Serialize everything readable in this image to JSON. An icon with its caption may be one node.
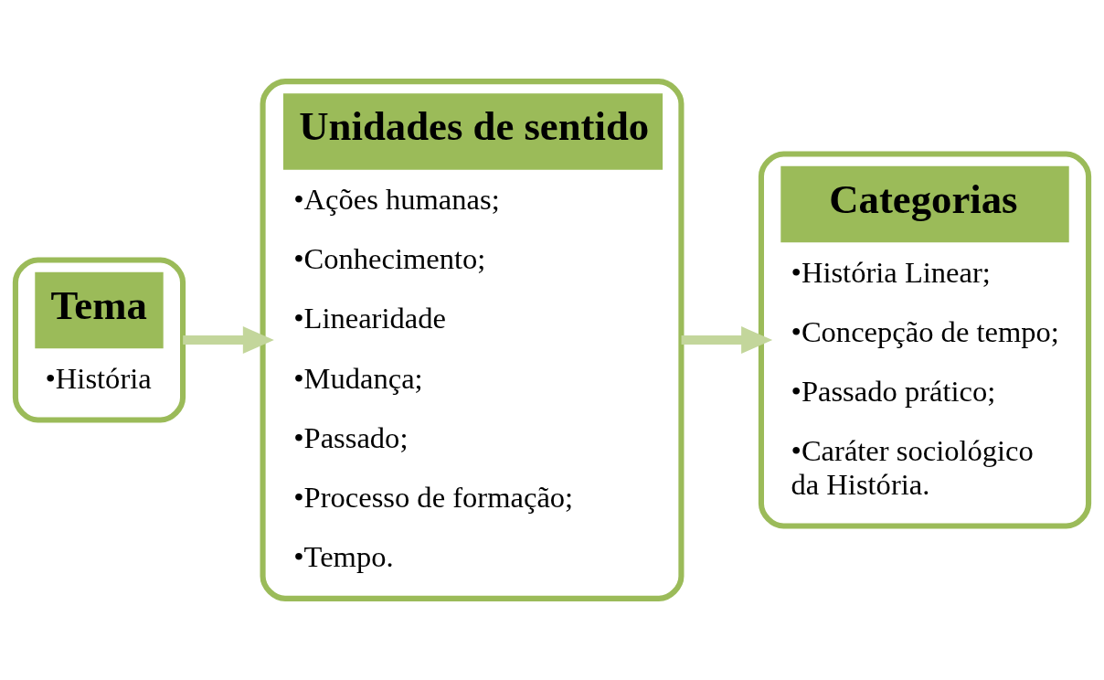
{
  "diagram": {
    "nodes": [
      {
        "text": [
          "Tema",
          "•História"
        ]
      },
      {
        "text": [
          "Unidades de sentido",
          "•Ações humanas;",
          "•Conhecimento;",
          "•Linearidade",
          "•Mudança;",
          "•Passado;",
          "•Processo de formação;",
          "•Tempo."
        ]
      },
      {
        "text": [
          "Categorias",
          "•História Linear;",
          "•Concepção de tempo;",
          "•Passado prático;",
          "•Caráter sociológico da História."
        ]
      }
    ],
    "edges": [
      {
        "from": 0,
        "to": 1,
        "arrow": "to"
      },
      {
        "from": 1,
        "to": 2,
        "arrow": "to"
      }
    ]
  }
}
